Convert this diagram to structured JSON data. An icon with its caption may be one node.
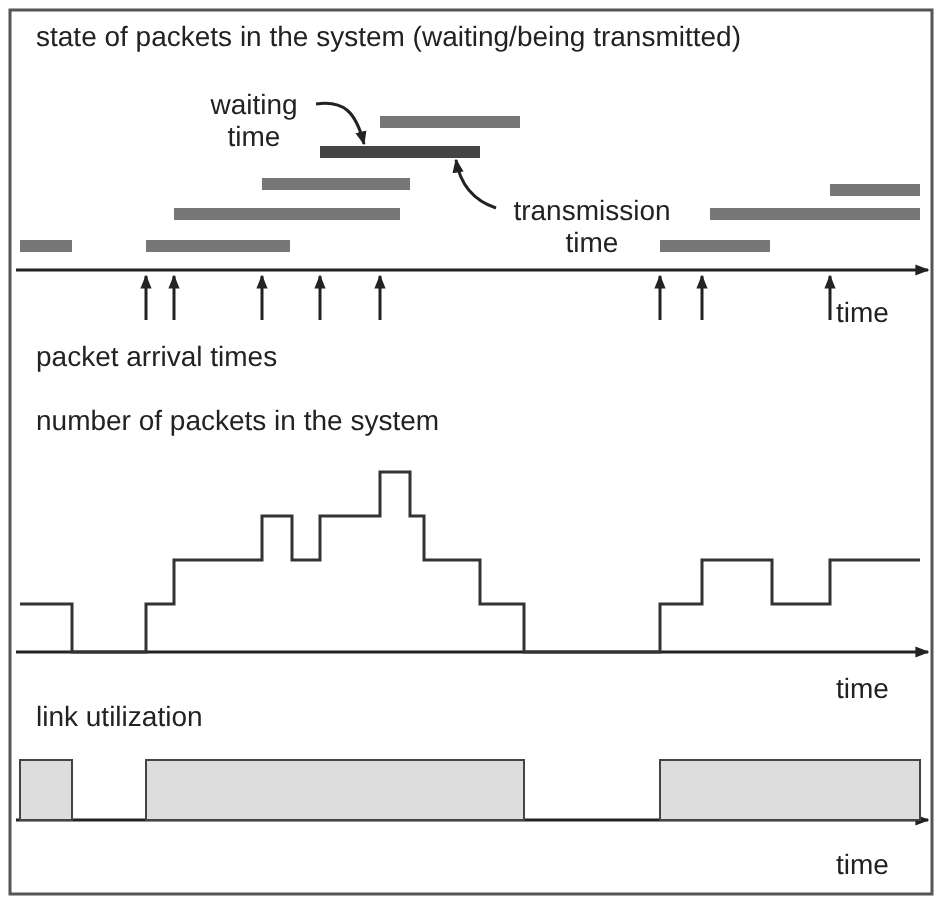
{
  "diagram": {
    "nodes": [
      {
        "text": [
          "waiting time"
        ]
      },
      {
        "text": [],
        "shape": "bar"
      },
      {
        "text": [
          "transmission time"
        ]
      }
    ],
    "edges": [
      {
        "from": 0,
        "to": 1,
        "arrow": "to"
      },
      {
        "from": 2,
        "to": 1,
        "arrow": "to"
      }
    ],
    "labels": [
      "state of packets in the system (waiting/being transmitted)",
      "time",
      "packet arrival times",
      "number of packets in the system",
      "time",
      "link utilization",
      "time"
    ]
  }
}
